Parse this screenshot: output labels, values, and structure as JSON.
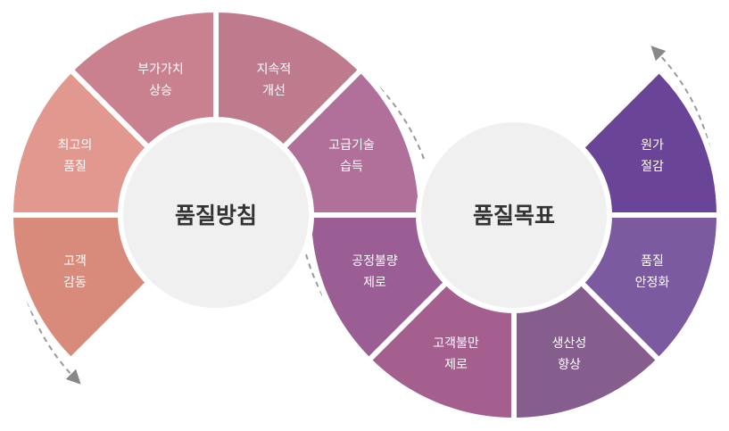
{
  "left": {
    "hub": "품질방침",
    "segments": [
      {
        "line1": "부가가치",
        "line2": "상승",
        "color": "#c9818f"
      },
      {
        "line1": "최고의",
        "line2": "품질",
        "color": "#e0988f"
      },
      {
        "line1": "고객",
        "line2": "감동",
        "color": "#d88b7b"
      },
      {
        "line1": "지속적",
        "line2": "개선",
        "color": "#bf7b8e"
      },
      {
        "line1": "고급기술",
        "line2": "습득",
        "color": "#b0709a"
      }
    ]
  },
  "right": {
    "hub": "품질목표",
    "segments": [
      {
        "line1": "공정불량",
        "line2": "제로",
        "color": "#9a5e95"
      },
      {
        "line1": "고객불만",
        "line2": "제로",
        "color": "#a45f8f"
      },
      {
        "line1": "생산성",
        "line2": "향상",
        "color": "#865e8d"
      },
      {
        "line1": "품질",
        "line2": "안정화",
        "color": "#7c5aa0"
      },
      {
        "line1": "원가",
        "line2": "절감",
        "color": "#6a4497"
      }
    ]
  }
}
